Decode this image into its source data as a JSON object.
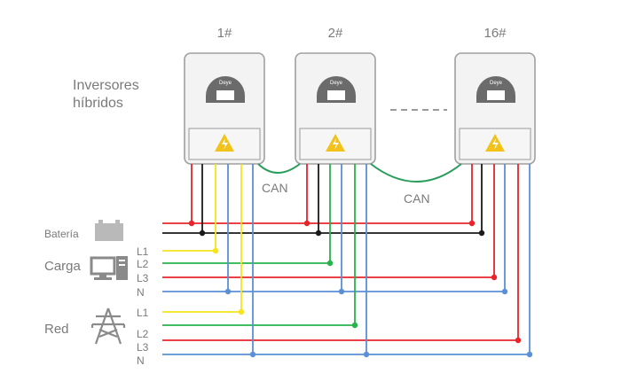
{
  "title": {
    "line1": "Inversores",
    "line2": "híbridos"
  },
  "inverters": [
    {
      "number": "1#",
      "brand": "Deye"
    },
    {
      "number": "2#",
      "brand": "Deye"
    },
    {
      "number": "16#",
      "brand": "Deye"
    }
  ],
  "can_labels": [
    "CAN",
    "CAN"
  ],
  "ports": {
    "battery": "Batería",
    "load": "Carga",
    "grid": "Red"
  },
  "phase_labels": {
    "load": [
      "L1",
      "L2",
      "L3",
      "N"
    ],
    "grid": [
      "L1",
      "L2",
      "L3",
      "N"
    ]
  },
  "colors": {
    "red": "#e8242a",
    "black": "#1a1a1a",
    "yellow": "#f4e51c",
    "green": "#27b24a",
    "blue": "#5b8fd6",
    "can": "#2a9d5c",
    "warning": "#f2c21a",
    "logo": "#6b6b6b"
  }
}
